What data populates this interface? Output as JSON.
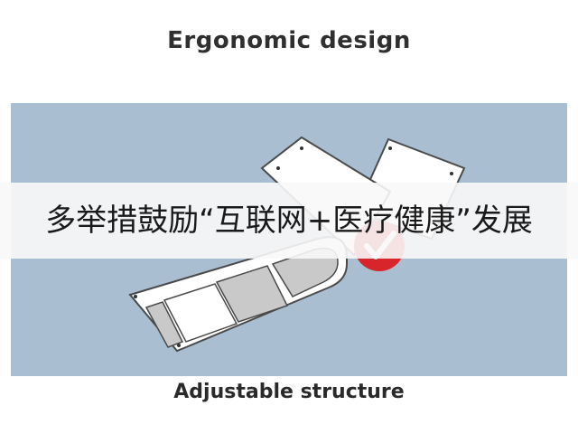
{
  "heading": "Ergonomic design",
  "overlay_banner": "多举措鼓励“互联网+医疗健康”发展",
  "caption": "Adjustable structure",
  "colors": {
    "illustration_background": "#a9bed0",
    "panel_fill": "#ffffff",
    "panel_stroke": "#4a4a4a",
    "gray_segment": "#c9c9c9",
    "check_badge": "#d8252b",
    "text": "#2f2f2f"
  },
  "icons": {
    "badge": "checkmark-icon"
  }
}
